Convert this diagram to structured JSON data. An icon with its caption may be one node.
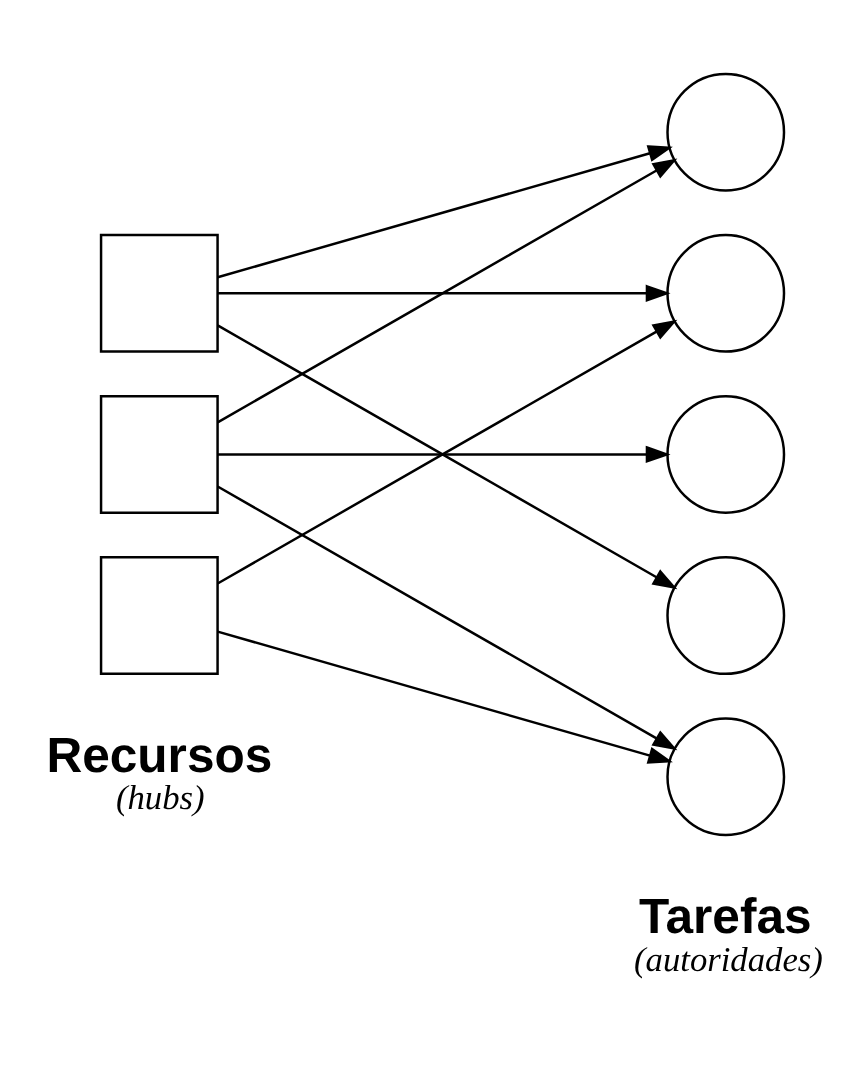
{
  "diagram": {
    "nodes": [
      {
        "text": [],
        "shape": "box"
      },
      {
        "text": [],
        "shape": "box"
      },
      {
        "text": [],
        "shape": "box"
      },
      {
        "text": [],
        "shape": "circle"
      },
      {
        "text": [],
        "shape": "circle"
      },
      {
        "text": [],
        "shape": "circle"
      },
      {
        "text": [],
        "shape": "circle"
      },
      {
        "text": [],
        "shape": "circle"
      }
    ],
    "edges": [
      {
        "from": 0,
        "to": 3,
        "arrow": "to"
      },
      {
        "from": 0,
        "to": 4,
        "arrow": "to"
      },
      {
        "from": 0,
        "to": 6,
        "arrow": "to"
      },
      {
        "from": 1,
        "to": 3,
        "arrow": "to"
      },
      {
        "from": 1,
        "to": 5,
        "arrow": "to"
      },
      {
        "from": 1,
        "to": 7,
        "arrow": "to"
      },
      {
        "from": 2,
        "to": 4,
        "arrow": "to"
      },
      {
        "from": 2,
        "to": 7,
        "arrow": "to"
      }
    ],
    "labels": [
      "Recursos",
      "(hubs)",
      "Tarefas",
      "(autoridades)"
    ]
  }
}
